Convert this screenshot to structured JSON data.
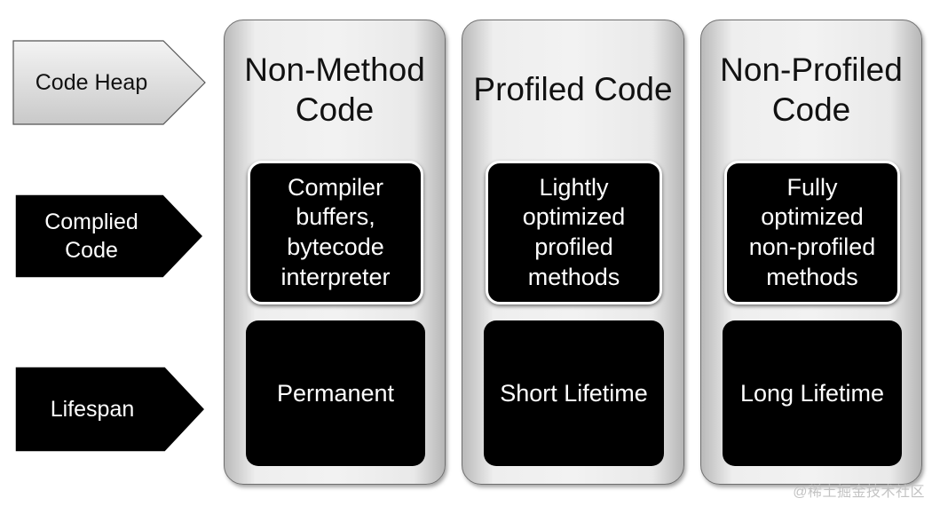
{
  "row_labels": {
    "code_heap": "Code Heap",
    "compiled_code": "Complied\nCode",
    "lifespan": "Lifespan"
  },
  "columns": [
    {
      "title": "Non-Method\nCode",
      "description": "Compiler\nbuffers,\nbytecode\ninterpreter",
      "lifetime": "Permanent"
    },
    {
      "title": "Profiled Code",
      "description": "Lightly\noptimized\nprofiled\nmethods",
      "lifetime": "Short Lifetime"
    },
    {
      "title": "Non-Profiled\nCode",
      "description": "Fully\noptimized\nnon-profiled\nmethods",
      "lifetime": "Long Lifetime"
    }
  ],
  "watermark": "@稀土掘金技术社区",
  "colors": {
    "arrow_light_fill": "#d9d9d9",
    "arrow_dark_fill": "#000000",
    "box_fill": "#000000",
    "column_fill": "#efefef"
  }
}
